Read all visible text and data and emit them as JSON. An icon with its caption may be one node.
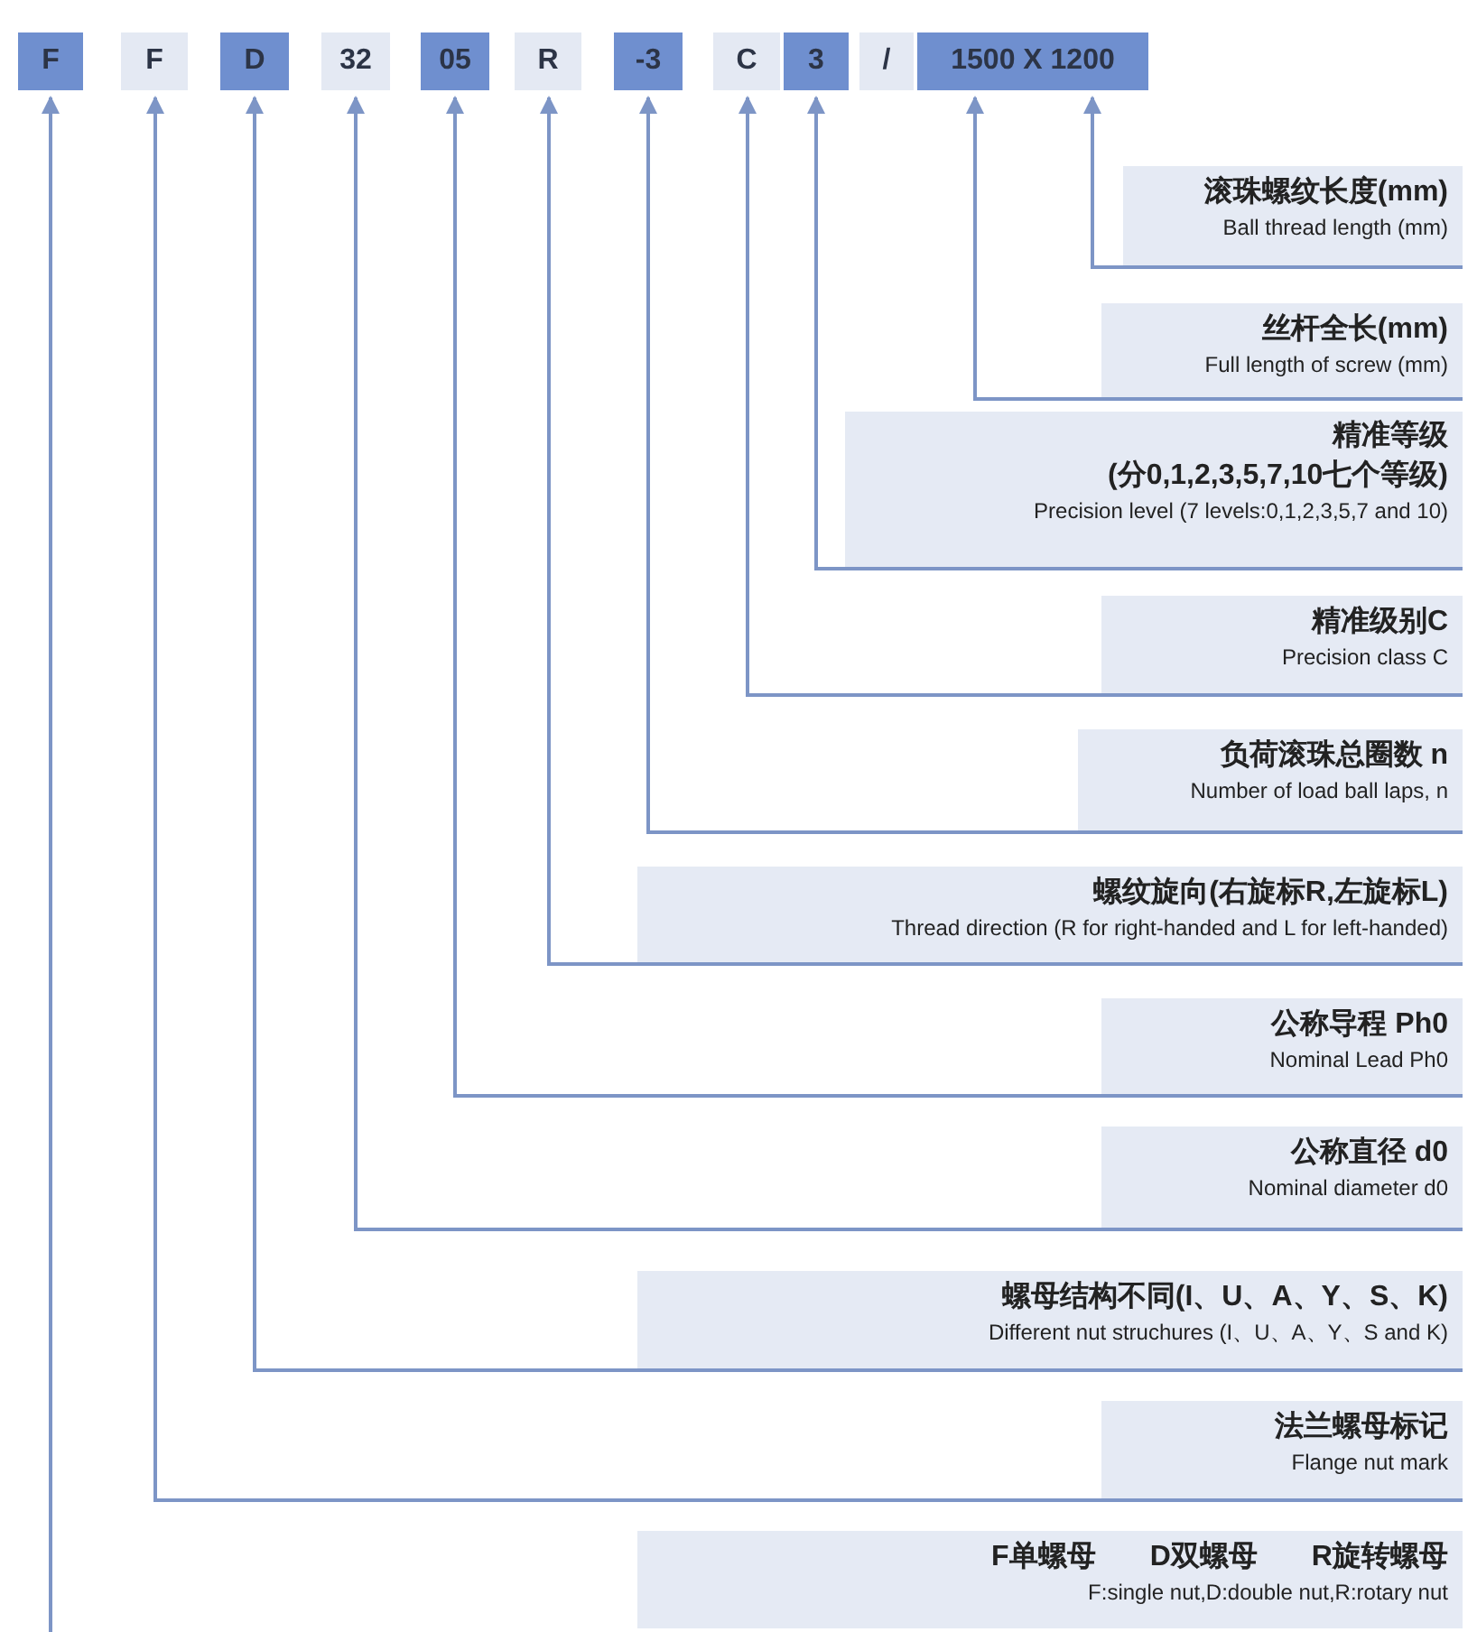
{
  "diagram": {
    "nodes": [
      {
        "text": [
          "F"
        ]
      },
      {
        "text": [
          "F"
        ]
      },
      {
        "text": [
          "D"
        ]
      },
      {
        "text": [
          "32"
        ]
      },
      {
        "text": [
          "05"
        ]
      },
      {
        "text": [
          "R"
        ]
      },
      {
        "text": [
          "-3"
        ]
      },
      {
        "text": [
          "C"
        ]
      },
      {
        "text": [
          "3"
        ]
      },
      {
        "text": [
          "/"
        ]
      },
      {
        "text": [
          "1500 X 1200"
        ]
      },
      {
        "text": [
          "滚珠螺纹长度(mm)",
          "Ball thread length (mm)"
        ]
      },
      {
        "text": [
          "丝杆全长(mm)",
          "Full length of screw (mm)"
        ]
      },
      {
        "text": [
          "精准等级",
          "(分0,1,2,3,5,7,10七个等级)",
          "Precision level (7 levels:0,1,2,3,5,7 and 10)"
        ]
      },
      {
        "text": [
          "精准级别C",
          "Precision class C"
        ]
      },
      {
        "text": [
          "负荷滚珠总圈数 n",
          "Number of load ball laps, n"
        ]
      },
      {
        "text": [
          "螺纹旋向(右旋标R,左旋标L)",
          "Thread direction (R for right-handed and L for left-handed)"
        ]
      },
      {
        "text": [
          "公称导程 Ph0",
          "Nominal Lead Ph0"
        ]
      },
      {
        "text": [
          "公称直径 d0",
          "Nominal diameter d0"
        ]
      },
      {
        "text": [
          "螺母结构不同(I、U、A、Y、S、K)",
          "Different nut struchures (I、U、A、Y、S and K)"
        ]
      },
      {
        "text": [
          "法兰螺母标记",
          "Flange nut mark"
        ]
      },
      {
        "text": [
          "F单螺母 D双螺母 R旋转螺母",
          "F:single nut,D:double nut,R:rotary nut"
        ]
      }
    ],
    "edges": [
      {
        "from": 11,
        "to": 10,
        "arrow": "to"
      },
      {
        "from": 12,
        "to": 10,
        "arrow": "to"
      },
      {
        "from": 13,
        "to": 8,
        "arrow": "to"
      },
      {
        "from": 14,
        "to": 7,
        "arrow": "to"
      },
      {
        "from": 15,
        "to": 6,
        "arrow": "to"
      },
      {
        "from": 16,
        "to": 5,
        "arrow": "to"
      },
      {
        "from": 17,
        "to": 4,
        "arrow": "to"
      },
      {
        "from": 18,
        "to": 3,
        "arrow": "to"
      },
      {
        "from": 19,
        "to": 2,
        "arrow": "to"
      },
      {
        "from": 20,
        "to": 1,
        "arrow": "to"
      },
      {
        "from": null,
        "to": 0,
        "arrow": "to"
      }
    ]
  }
}
